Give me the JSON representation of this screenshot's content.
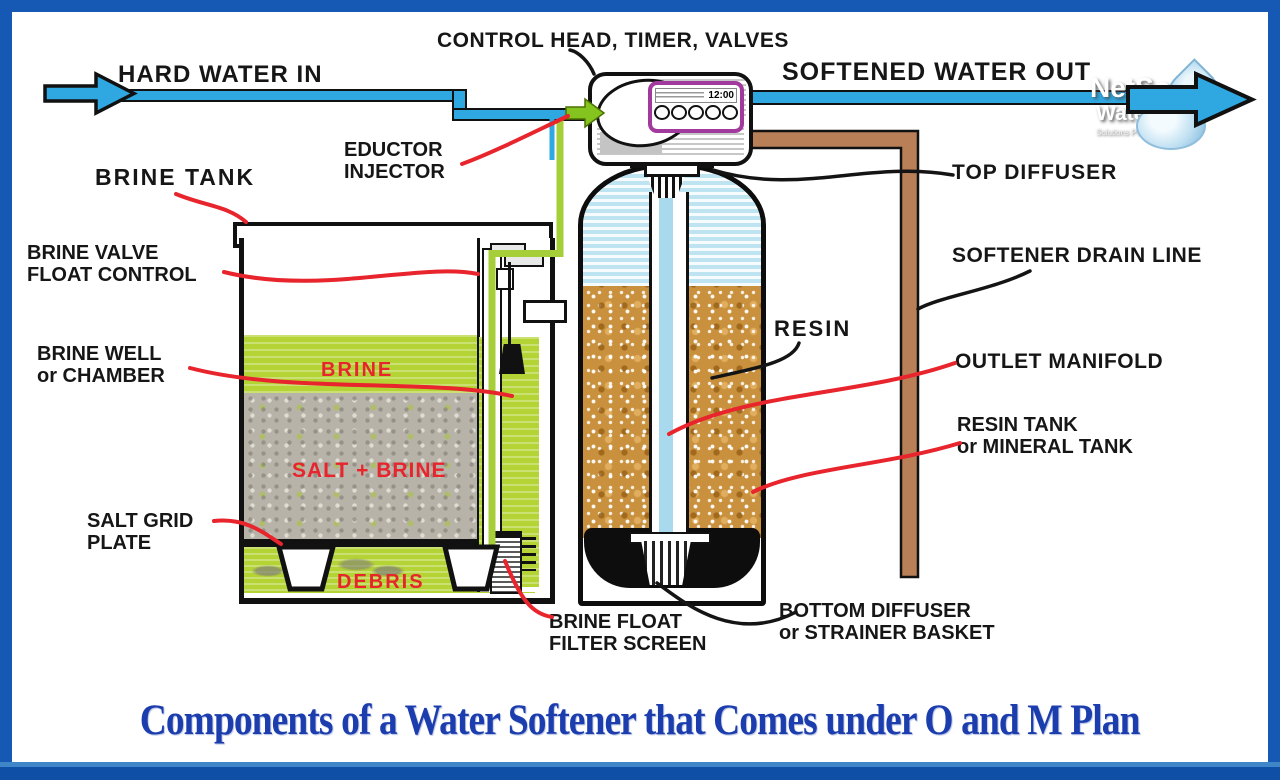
{
  "colors": {
    "border_blue": "#1659B5",
    "pipe_blue": "#2FA8E1",
    "brine_green": "#B4D335",
    "brine_line_green": "#A6CE39",
    "salt_gray": "#B7B3A9",
    "resin_tan": "#C9913E",
    "drain_brown": "#B97F57",
    "annotation_red": "#E8242C",
    "display_purple": "#A23A9E",
    "title_blue": "#1C3DAD"
  },
  "labels": {
    "control_head": "CONTROL HEAD, TIMER, VALVES",
    "hard_water_in": "HARD WATER IN",
    "softened_water_out": "SOFTENED WATER OUT",
    "brine_tank": "BRINE TANK",
    "eductor_line1": "EDUCTOR",
    "eductor_line2": "INJECTOR",
    "brine_valve_line1": "BRINE VALVE",
    "brine_valve_line2": "FLOAT CONTROL",
    "brine_well_line1": "BRINE WELL",
    "brine_well_line2": "or CHAMBER",
    "salt_grid_line1": "SALT GRID",
    "salt_grid_line2": "PLATE",
    "brine_float_line1": "BRINE FLOAT",
    "brine_float_line2": "FILTER SCREEN",
    "bottom_diffuser_line1": "BOTTOM DIFFUSER",
    "bottom_diffuser_line2": "or STRAINER BASKET",
    "top_diffuser": "TOP DIFFUSER",
    "softener_drain_line": "SOFTENER DRAIN LINE",
    "resin": "RESIN",
    "outlet_manifold": "OUTLET MANIFOLD",
    "resin_tank_line1": "RESIN TANK",
    "resin_tank_line2": "or MINERAL TANK",
    "brine": "BRINE",
    "salt_brine": "SALT + BRINE",
    "debris": "DEBRIS"
  },
  "control_head_display": {
    "time": "12:00"
  },
  "logo": {
    "name": "NetSol",
    "word": "Water",
    "tagline": "Solutions Pvt. Ltd"
  },
  "title": "Components of a Water Softener that Comes under O and M Plan"
}
